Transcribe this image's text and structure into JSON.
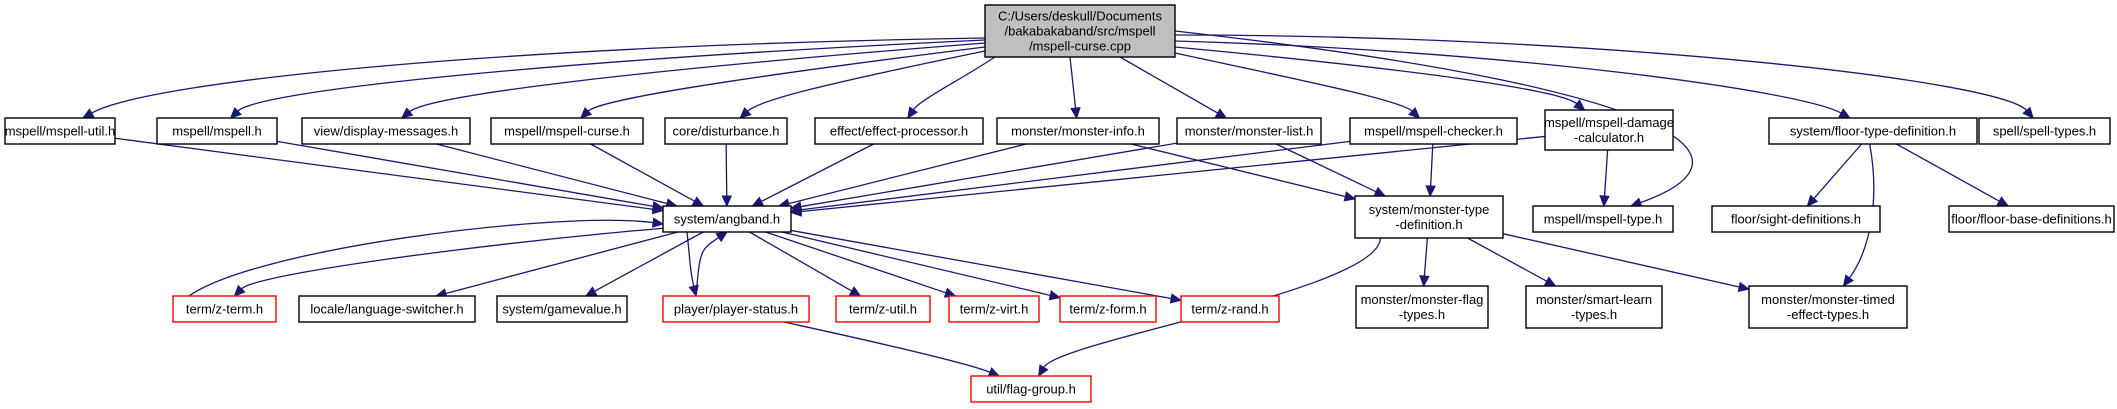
{
  "colors": {
    "edge": "#191970",
    "node_border": "#000000",
    "node_border_red": "#ff0000",
    "root_fill": "#bfbfbf",
    "node_fill": "#ffffff"
  },
  "nodes": [
    {
      "id": "root",
      "lines": [
        "C:/Users/deskull/Documents",
        "/bakabakaband/src/mspell",
        "/mspell-curse.cpp"
      ],
      "style": "root"
    },
    {
      "id": "mspell-util",
      "lines": [
        "mspell/mspell-util.h"
      ],
      "style": "normal"
    },
    {
      "id": "mspell",
      "lines": [
        "mspell/mspell.h"
      ],
      "style": "normal"
    },
    {
      "id": "display-messages",
      "lines": [
        "view/display-messages.h"
      ],
      "style": "normal"
    },
    {
      "id": "mspell-curse",
      "lines": [
        "mspell/mspell-curse.h"
      ],
      "style": "normal"
    },
    {
      "id": "disturbance",
      "lines": [
        "core/disturbance.h"
      ],
      "style": "normal"
    },
    {
      "id": "effect-processor",
      "lines": [
        "effect/effect-processor.h"
      ],
      "style": "normal"
    },
    {
      "id": "monster-info",
      "lines": [
        "monster/monster-info.h"
      ],
      "style": "normal"
    },
    {
      "id": "monster-list",
      "lines": [
        "monster/monster-list.h"
      ],
      "style": "normal"
    },
    {
      "id": "mspell-checker",
      "lines": [
        "mspell/mspell-checker.h"
      ],
      "style": "normal"
    },
    {
      "id": "mspell-damage-calculator",
      "lines": [
        "mspell/mspell-damage",
        "-calculator.h"
      ],
      "style": "normal"
    },
    {
      "id": "floor-type-definition",
      "lines": [
        "system/floor-type-definition.h"
      ],
      "style": "normal"
    },
    {
      "id": "spell-types",
      "lines": [
        "spell/spell-types.h"
      ],
      "style": "normal"
    },
    {
      "id": "angband",
      "lines": [
        "system/angband.h"
      ],
      "style": "normal"
    },
    {
      "id": "monster-type-definition",
      "lines": [
        "system/monster-type",
        "-definition.h"
      ],
      "style": "normal"
    },
    {
      "id": "mspell-type",
      "lines": [
        "mspell/mspell-type.h"
      ],
      "style": "normal"
    },
    {
      "id": "sight-definitions",
      "lines": [
        "floor/sight-definitions.h"
      ],
      "style": "normal"
    },
    {
      "id": "floor-base-definitions",
      "lines": [
        "floor/floor-base-definitions.h"
      ],
      "style": "normal"
    },
    {
      "id": "z-term",
      "lines": [
        "term/z-term.h"
      ],
      "style": "red"
    },
    {
      "id": "language-switcher",
      "lines": [
        "locale/language-switcher.h"
      ],
      "style": "normal"
    },
    {
      "id": "gamevalue",
      "lines": [
        "system/gamevalue.h"
      ],
      "style": "normal"
    },
    {
      "id": "player-status",
      "lines": [
        "player/player-status.h"
      ],
      "style": "red"
    },
    {
      "id": "z-util",
      "lines": [
        "term/z-util.h"
      ],
      "style": "red"
    },
    {
      "id": "z-virt",
      "lines": [
        "term/z-virt.h"
      ],
      "style": "red"
    },
    {
      "id": "z-form",
      "lines": [
        "term/z-form.h"
      ],
      "style": "red"
    },
    {
      "id": "z-rand",
      "lines": [
        "term/z-rand.h"
      ],
      "style": "red"
    },
    {
      "id": "monster-flag-types",
      "lines": [
        "monster/monster-flag",
        "-types.h"
      ],
      "style": "normal"
    },
    {
      "id": "smart-learn-types",
      "lines": [
        "monster/smart-learn",
        "-types.h"
      ],
      "style": "normal"
    },
    {
      "id": "monster-timed-effect-types",
      "lines": [
        "monster/monster-timed",
        "-effect-types.h"
      ],
      "style": "normal"
    },
    {
      "id": "flag-group",
      "lines": [
        "util/flag-group.h"
      ],
      "style": "red"
    }
  ],
  "edges": [
    {
      "from": "root",
      "to": "mspell-util"
    },
    {
      "from": "root",
      "to": "mspell"
    },
    {
      "from": "root",
      "to": "display-messages"
    },
    {
      "from": "root",
      "to": "mspell-curse"
    },
    {
      "from": "root",
      "to": "disturbance"
    },
    {
      "from": "root",
      "to": "effect-processor"
    },
    {
      "from": "root",
      "to": "monster-info"
    },
    {
      "from": "root",
      "to": "monster-list"
    },
    {
      "from": "root",
      "to": "mspell-checker"
    },
    {
      "from": "root",
      "to": "mspell-damage-calculator"
    },
    {
      "from": "root",
      "to": "floor-type-definition"
    },
    {
      "from": "root",
      "to": "spell-types"
    },
    {
      "from": "root",
      "to": "mspell-type"
    },
    {
      "from": "mspell-util",
      "to": "angband"
    },
    {
      "from": "mspell",
      "to": "angband"
    },
    {
      "from": "display-messages",
      "to": "angband"
    },
    {
      "from": "mspell-curse",
      "to": "angband"
    },
    {
      "from": "disturbance",
      "to": "angband"
    },
    {
      "from": "effect-processor",
      "to": "angband"
    },
    {
      "from": "monster-info",
      "to": "angband"
    },
    {
      "from": "monster-info",
      "to": "monster-type-definition"
    },
    {
      "from": "monster-list",
      "to": "angband"
    },
    {
      "from": "monster-list",
      "to": "monster-type-definition"
    },
    {
      "from": "mspell-checker",
      "to": "angband"
    },
    {
      "from": "mspell-checker",
      "to": "monster-type-definition"
    },
    {
      "from": "mspell-damage-calculator",
      "to": "angband"
    },
    {
      "from": "mspell-damage-calculator",
      "to": "mspell-type"
    },
    {
      "from": "floor-type-definition",
      "to": "sight-definitions"
    },
    {
      "from": "floor-type-definition",
      "to": "floor-base-definitions"
    },
    {
      "from": "floor-type-definition",
      "to": "monster-timed-effect-types"
    },
    {
      "from": "angband",
      "to": "z-term"
    },
    {
      "from": "z-term",
      "to": "angband"
    },
    {
      "from": "angband",
      "to": "language-switcher"
    },
    {
      "from": "angband",
      "to": "gamevalue"
    },
    {
      "from": "angband",
      "to": "player-status"
    },
    {
      "from": "player-status",
      "to": "angband"
    },
    {
      "from": "angband",
      "to": "z-util"
    },
    {
      "from": "angband",
      "to": "z-virt"
    },
    {
      "from": "angband",
      "to": "z-form"
    },
    {
      "from": "angband",
      "to": "z-rand"
    },
    {
      "from": "player-status",
      "to": "flag-group"
    },
    {
      "from": "monster-type-definition",
      "to": "monster-flag-types"
    },
    {
      "from": "monster-type-definition",
      "to": "smart-learn-types"
    },
    {
      "from": "monster-type-definition",
      "to": "monster-timed-effect-types"
    },
    {
      "from": "monster-type-definition",
      "to": "flag-group"
    }
  ]
}
